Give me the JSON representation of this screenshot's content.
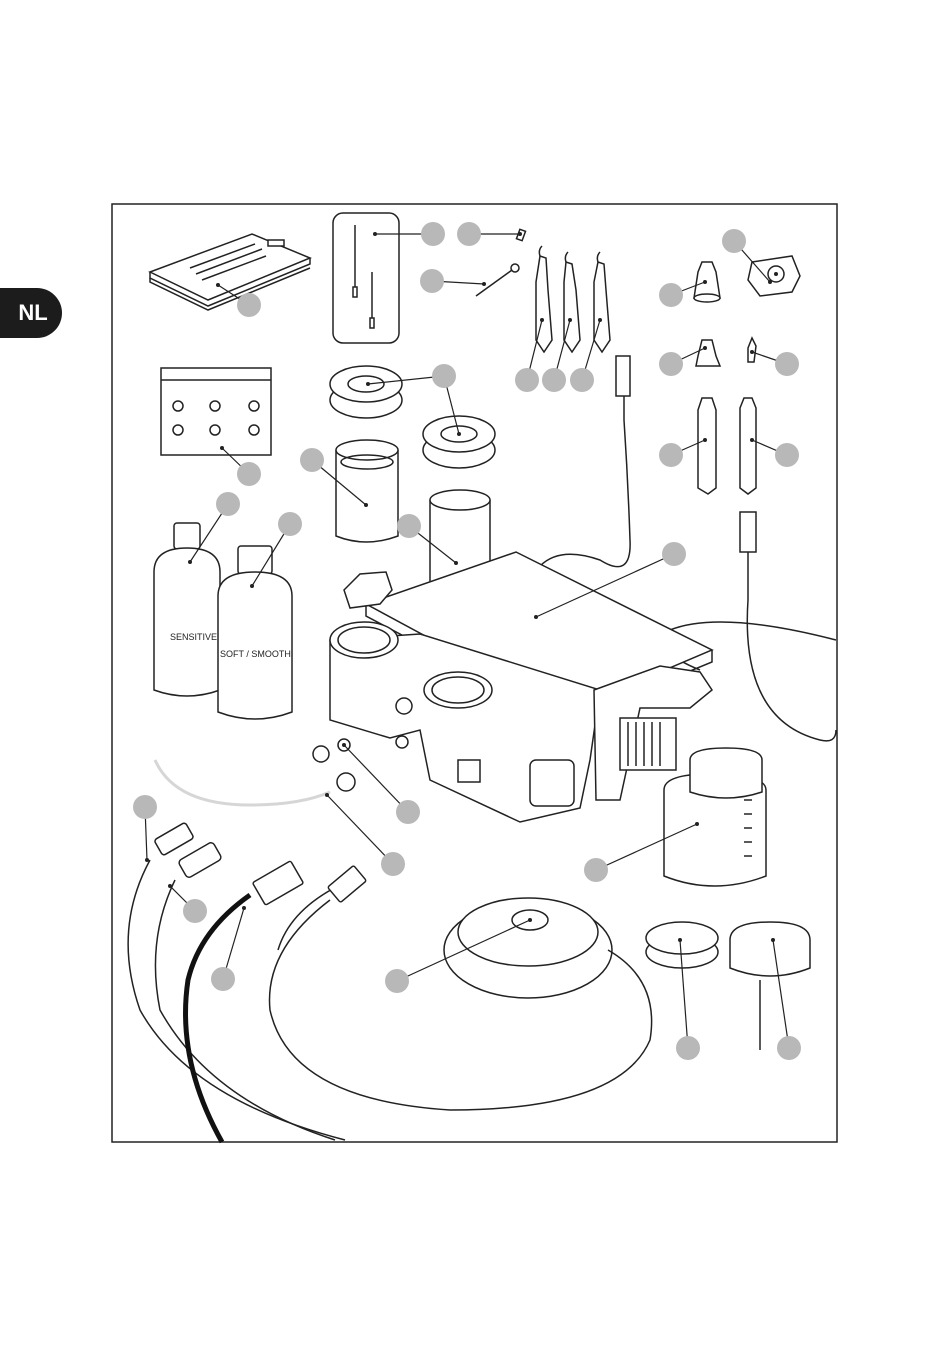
{
  "language_tab": "NL",
  "bottle_labels": {
    "left": "SENSITIVE",
    "right": "SOFT / SMOOTH"
  },
  "callout_count": 29
}
